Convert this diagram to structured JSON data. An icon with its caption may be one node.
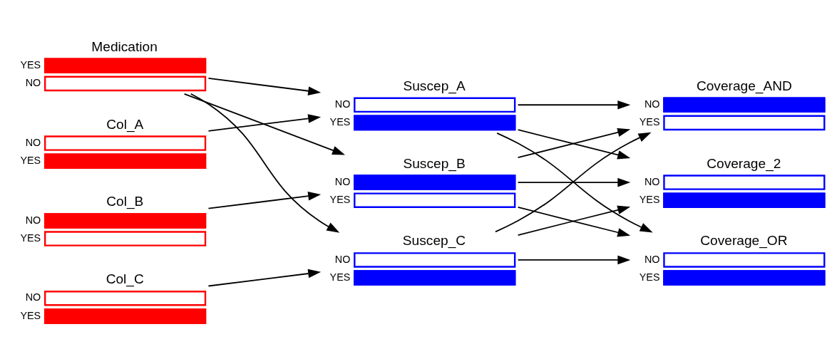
{
  "diagram": {
    "nodes": [
      {
        "text": [
          "Medication",
          "YES",
          "NO"
        ]
      },
      {
        "text": [
          "Col_A",
          "NO",
          "YES"
        ]
      },
      {
        "text": [
          "Suscep_A",
          "NO",
          "YES"
        ]
      },
      {
        "text": [
          "Coverage_AND",
          "NO",
          "YES"
        ]
      },
      {
        "text": [
          "Col_B",
          "NO",
          "YES"
        ]
      },
      {
        "text": [
          "Suscep_B",
          "NO",
          "YES"
        ]
      },
      {
        "text": [
          "Coverage_2",
          "NO",
          "YES"
        ]
      },
      {
        "text": [
          "Col_C",
          "NO",
          "YES"
        ]
      },
      {
        "text": [
          "Suscep_C",
          "NO",
          "YES"
        ]
      },
      {
        "text": [
          "Coverage_OR",
          "NO",
          "YES"
        ]
      }
    ],
    "edges": [
      {
        "from": 0,
        "to": 2,
        "arrow": "to"
      },
      {
        "from": 0,
        "to": 5,
        "arrow": "to"
      },
      {
        "from": 0,
        "to": 8,
        "arrow": "to"
      },
      {
        "from": 1,
        "to": 2,
        "arrow": "to"
      },
      {
        "from": 4,
        "to": 5,
        "arrow": "to"
      },
      {
        "from": 7,
        "to": 8,
        "arrow": "to"
      },
      {
        "from": 2,
        "to": 3,
        "arrow": "to"
      },
      {
        "from": 2,
        "to": 6,
        "arrow": "to"
      },
      {
        "from": 2,
        "to": 9,
        "arrow": "to"
      },
      {
        "from": 5,
        "to": 3,
        "arrow": "to"
      },
      {
        "from": 5,
        "to": 6,
        "arrow": "to"
      },
      {
        "from": 5,
        "to": 9,
        "arrow": "to"
      },
      {
        "from": 8,
        "to": 3,
        "arrow": "to"
      },
      {
        "from": 8,
        "to": 6,
        "arrow": "to"
      },
      {
        "from": 8,
        "to": 9,
        "arrow": "to"
      }
    ]
  }
}
